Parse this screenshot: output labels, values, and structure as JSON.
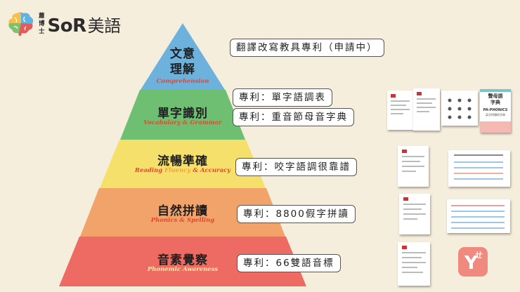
{
  "logo": {
    "line1": "蕭",
    "line2": "博",
    "line3": "士",
    "brand": "SoR",
    "brand_cn": "美語"
  },
  "levels": [
    {
      "title_l1": "文意",
      "title_l2": "理解",
      "subtitle": "Comprehension",
      "color": "#6cb2dd"
    },
    {
      "title": "單字識別",
      "subtitle": "Vocabulary & Grammar",
      "color": "#6fbf73"
    },
    {
      "title": "流暢準確",
      "subtitle_a": "Reading ",
      "subtitle_b": "Fluency",
      "subtitle_c": " & Accuracy",
      "color": "#f4e06a"
    },
    {
      "title": "自然拼讀",
      "subtitle": "Phonics & Spelling",
      "color": "#f2a36a"
    },
    {
      "title": "音素覺察",
      "subtitle": "Phonemic Awareness",
      "color": "#ee6b64"
    }
  ],
  "patents": [
    "翻譯改寫教具專利（申請中）",
    "專利：單字語調表",
    "專利：重音節母音字典",
    "專利：咬字語調很靠譜",
    "專利：8800假字拼讀",
    "專利：66雙語音標"
  ],
  "book": {
    "title_l1": "聲母語",
    "title_l2": "字典",
    "sub": "PA-PHONICS",
    "sub2": "英字拼讀的字典"
  },
  "app_icon": {
    "glyph": "Y",
    "sup": "ㄝ"
  }
}
